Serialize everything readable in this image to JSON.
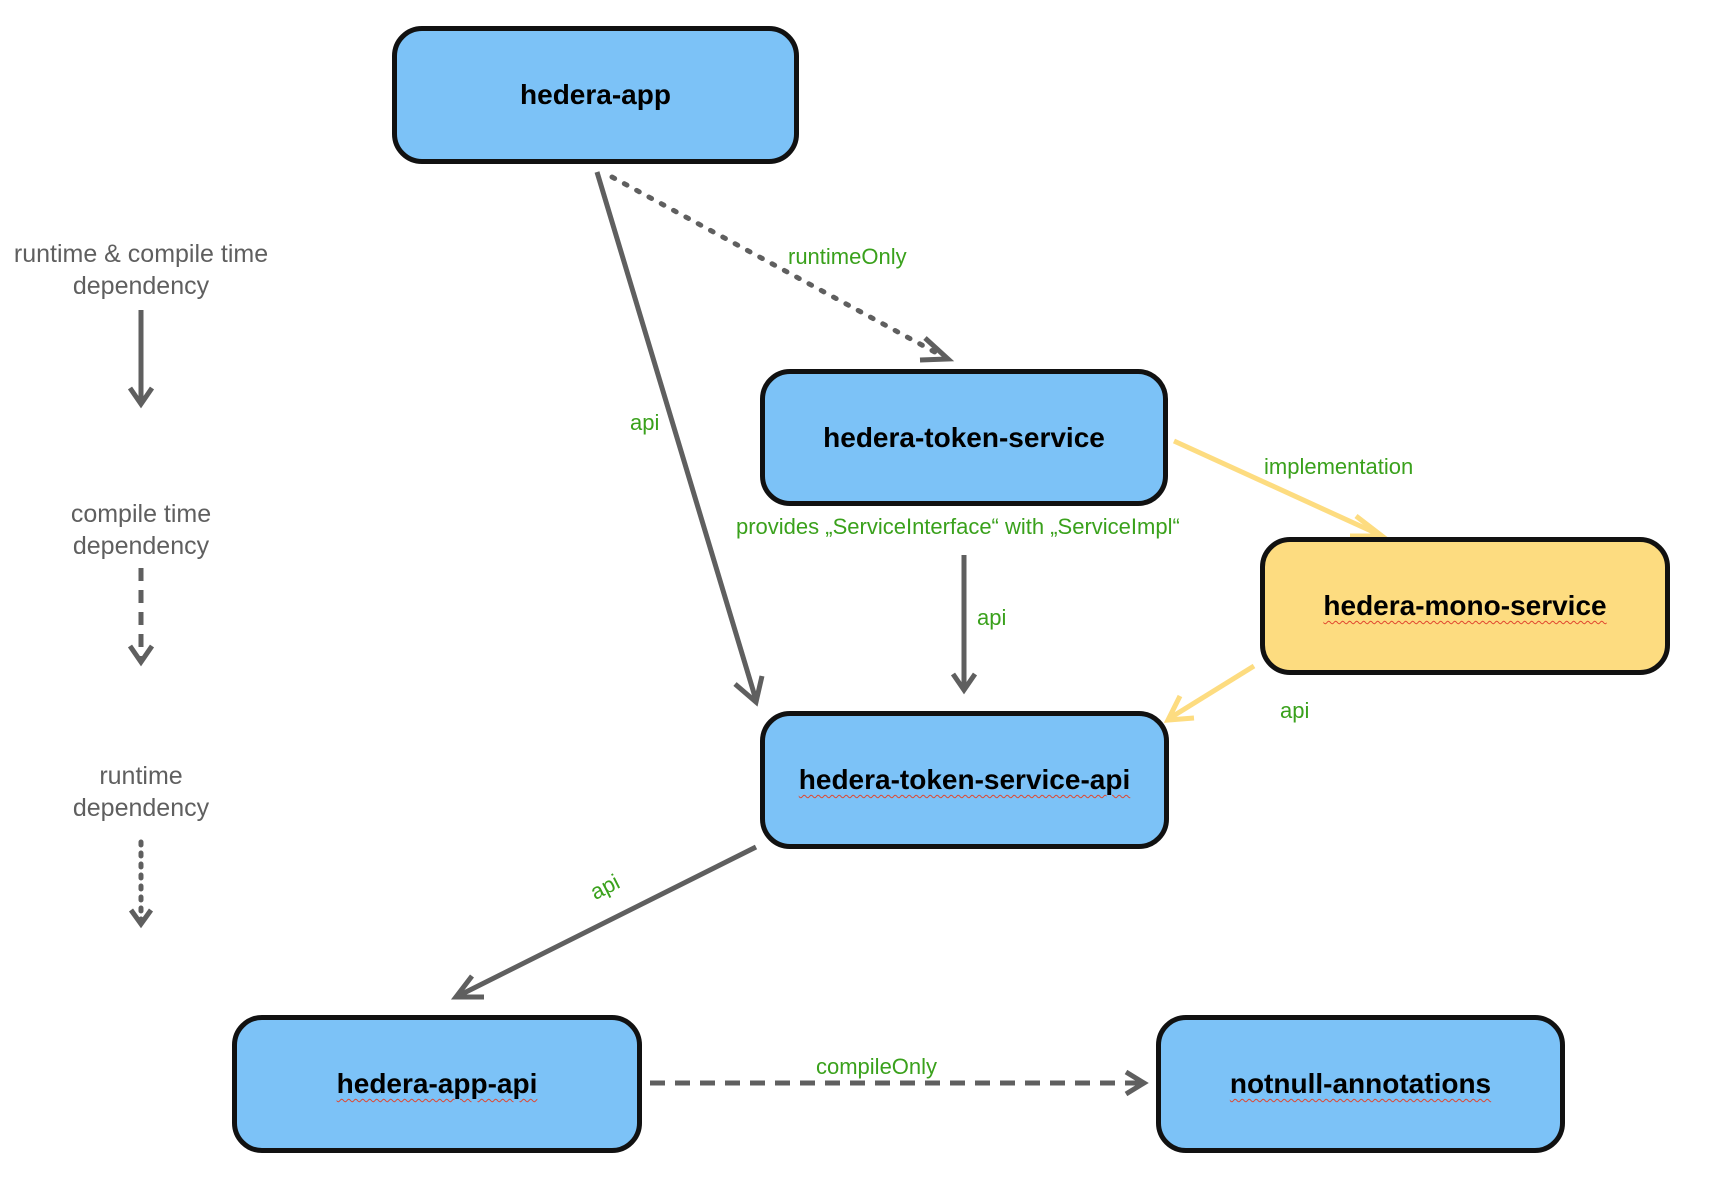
{
  "colors": {
    "node_blue": "#7cc2f7",
    "node_yellow": "#fddc80",
    "border": "#111111",
    "arrow_gray": "#5f5f5f",
    "arrow_yellow": "#fddc80",
    "label_green": "#3aa11c",
    "legend_text": "#5f5f5f"
  },
  "legend": {
    "runtime_compile": "runtime & compile time dependency",
    "compile": "compile time dependency",
    "runtime": "runtime dependency"
  },
  "nodes": {
    "hedera_app": "hedera-app",
    "hedera_token_service": "hedera-token-service",
    "hedera_mono_service": "hedera-mono-service",
    "hedera_token_service_api": "hedera-token-service-api",
    "hedera_app_api": "hedera-app-api",
    "notnull_annotations": "notnull-annotations"
  },
  "edge_labels": {
    "runtime_only": "runtimeOnly",
    "app_api": "api",
    "implementation": "implementation",
    "provides": "provides „ServiceInterface“ with „ServiceImpl“",
    "token_api": "api",
    "mono_api": "api",
    "tsa_api": "api",
    "compile_only": "compileOnly"
  }
}
